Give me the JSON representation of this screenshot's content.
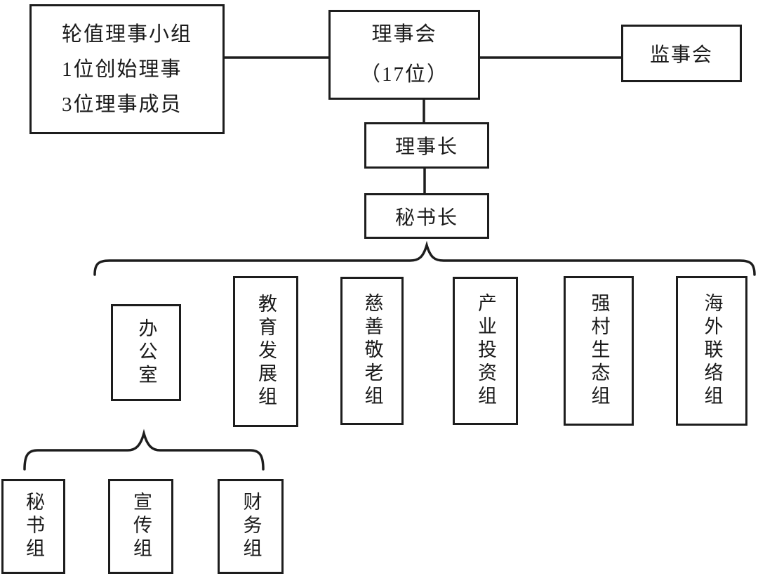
{
  "diagram": {
    "nodes": {
      "rotating_group": {
        "line1": "轮值理事小组",
        "line2": "1位创始理事",
        "line3": "3位理事成员"
      },
      "board": {
        "line1": "理事会",
        "line2": "（17位）"
      },
      "supervisory_board": {
        "label": "监事会"
      },
      "chairman": {
        "label": "理事长"
      },
      "secretary_general": {
        "label": "秘书长"
      },
      "office": {
        "label": "办公室"
      },
      "education_development_group": {
        "label": "教育发展组"
      },
      "charity_elder_care_group": {
        "label": "慈善敬老组"
      },
      "industry_investment_group": {
        "label": "产业投资组"
      },
      "strong_village_ecology_group": {
        "label": "强村生态组"
      },
      "overseas_liaison_group": {
        "label": "海外联络组"
      },
      "secretarial_team": {
        "label": "秘书组"
      },
      "publicity_team": {
        "label": "宣传组"
      },
      "finance_team": {
        "label": "财务组"
      }
    },
    "colors": {
      "line": "#1d1d1d",
      "text": "#1a1a1a",
      "background": "#ffffff"
    }
  }
}
